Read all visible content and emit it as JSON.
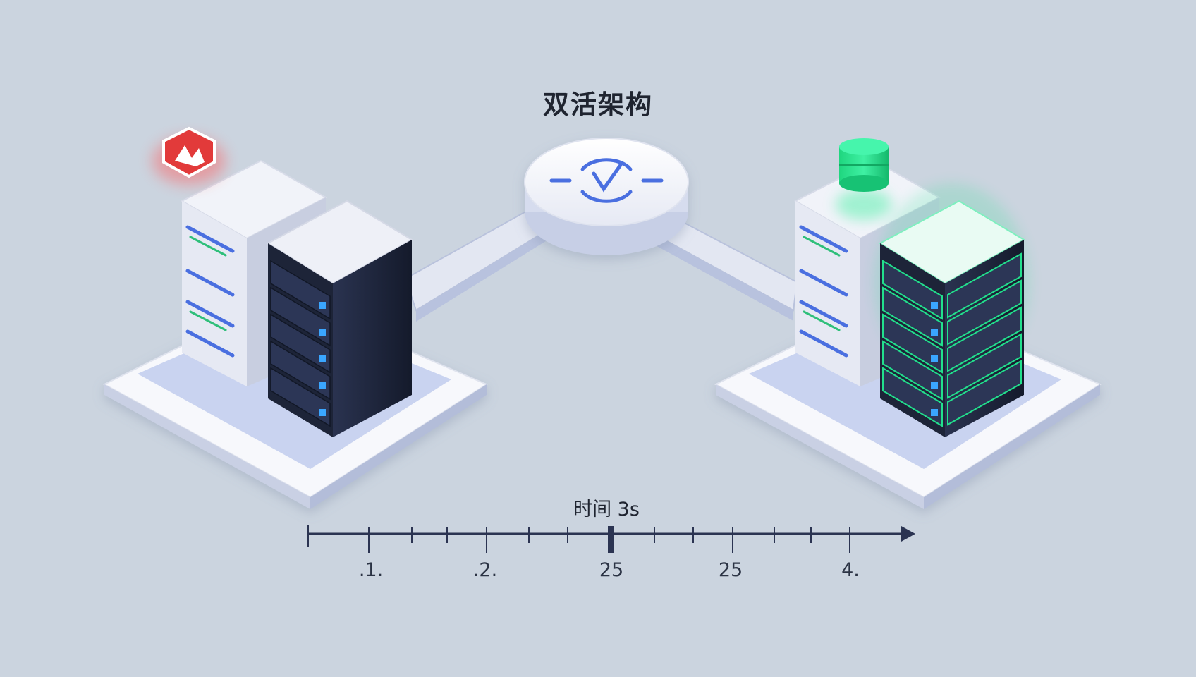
{
  "diagram": {
    "title": "双活架构",
    "timeline": {
      "label": "时间 3s",
      "tick_labels": [
        ".1.",
        ".2.",
        "25",
        "25",
        "4."
      ]
    },
    "nodes": {
      "left_site": {
        "status_icon": "alert-badge-icon",
        "accent": "#e23a3a"
      },
      "right_site": {
        "status_icon": "database-icon",
        "accent": "#22e08d"
      },
      "center_hub": {
        "icon": "sync-check-icon",
        "accent": "#4a6fe0"
      }
    },
    "colors": {
      "background": "#cbd4df",
      "server_body": "#eef1f8",
      "rack_dark": "#1d2438",
      "platform": "#f6f7fb",
      "rail": "#dfe3f0",
      "alert": "#e23a3a",
      "active": "#22e08d",
      "accent_blue": "#4a6fe0"
    }
  }
}
